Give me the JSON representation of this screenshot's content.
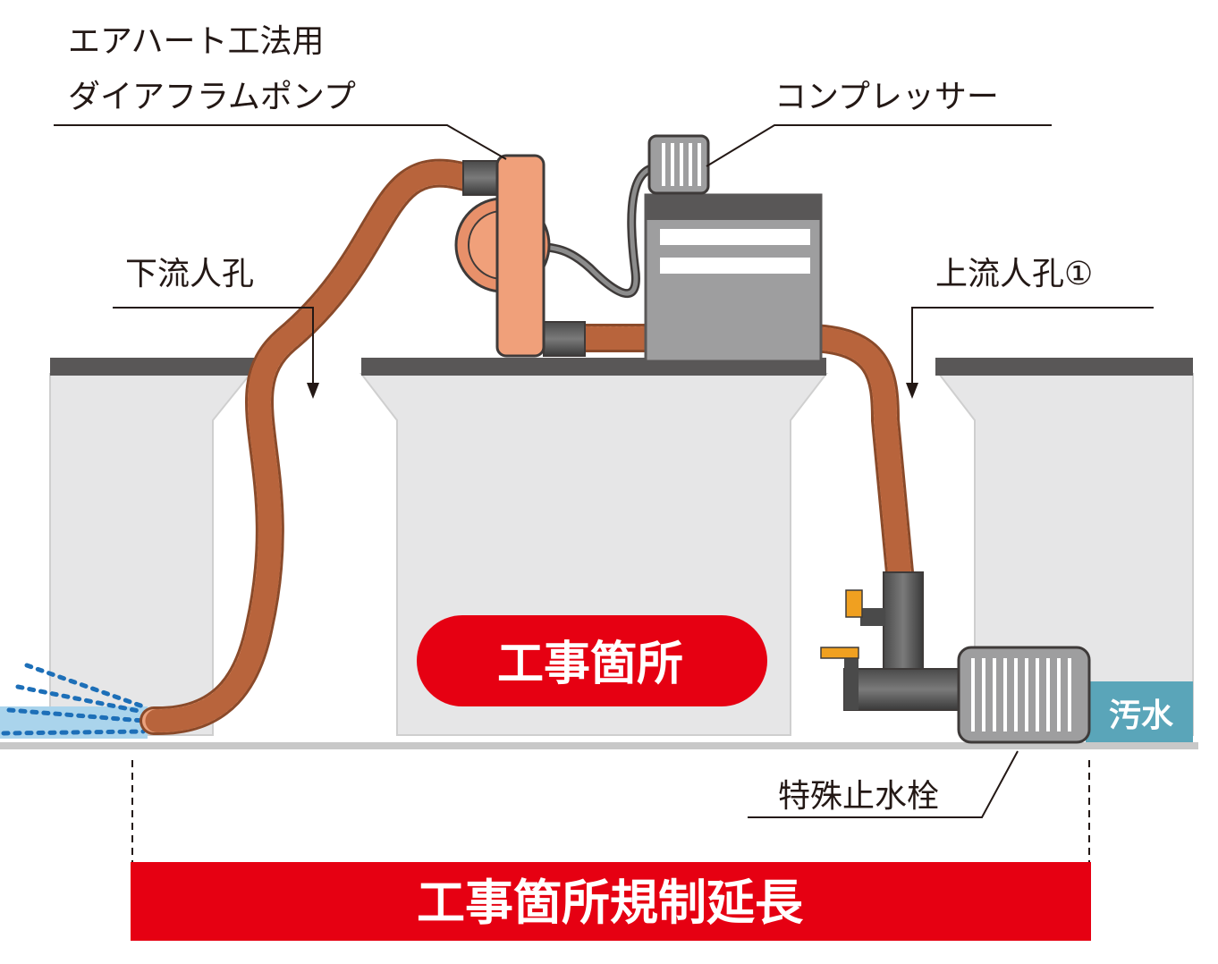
{
  "labels": {
    "pump_line1": "エアハート工法用",
    "pump_line2": "ダイアフラムポンプ",
    "compressor": "コンプレッサー",
    "downstream_manhole": "下流人孔",
    "upstream_manhole": "上流人孔①",
    "construction_site": "工事箇所",
    "sewage": "汚水",
    "special_plug": "特殊止水栓",
    "regulated_length": "工事箇所規制延長"
  },
  "colors": {
    "hose": "#e8a07a",
    "pump_body": "#f0a07a",
    "pit_fill": "#e6e6e7",
    "pit_rim": "#595757",
    "red_banner": "#e60012",
    "sewage_water": "#5aa5b9",
    "spray": "#1d6fb8",
    "valve_handle": "#f0a020",
    "dark_gray": "#4a4a4a"
  }
}
